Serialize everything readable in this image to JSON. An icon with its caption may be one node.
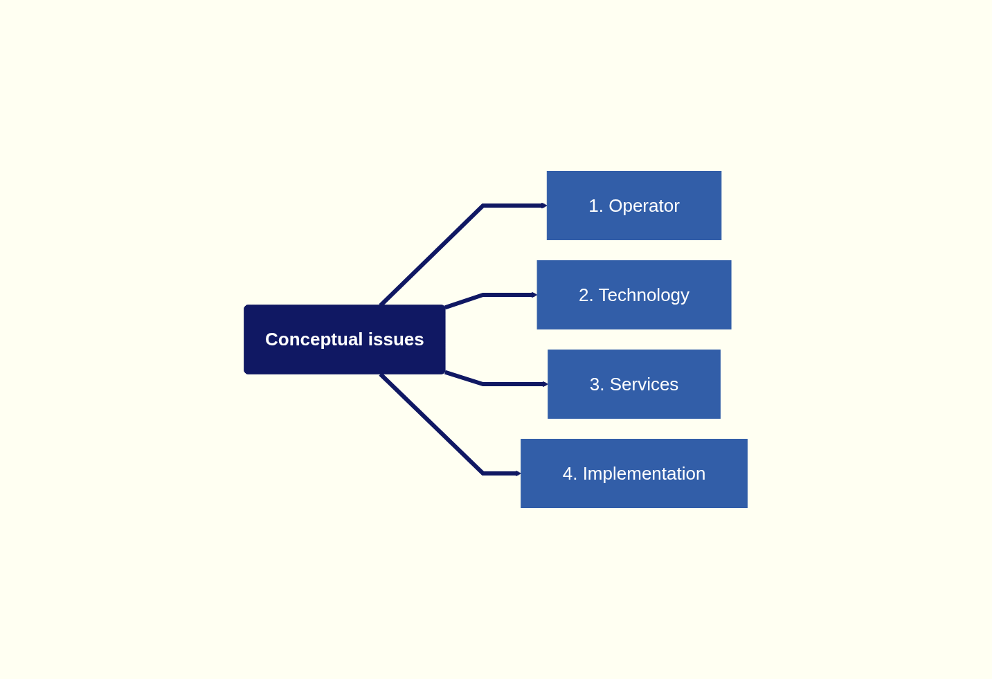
{
  "diagram": {
    "nodes": [
      {
        "text": [
          "Conceptual issues"
        ]
      },
      {
        "text": [
          "1. Operator"
        ]
      },
      {
        "text": [
          "2. Technology"
        ]
      },
      {
        "text": [
          "3. Services"
        ]
      },
      {
        "text": [
          "4. Implementation"
        ]
      }
    ],
    "edges": [
      {
        "from": 0,
        "to": 1,
        "arrow": "to"
      },
      {
        "from": 0,
        "to": 2,
        "arrow": "to"
      },
      {
        "from": 0,
        "to": 3,
        "arrow": "to"
      },
      {
        "from": 0,
        "to": 4,
        "arrow": "to"
      }
    ]
  }
}
